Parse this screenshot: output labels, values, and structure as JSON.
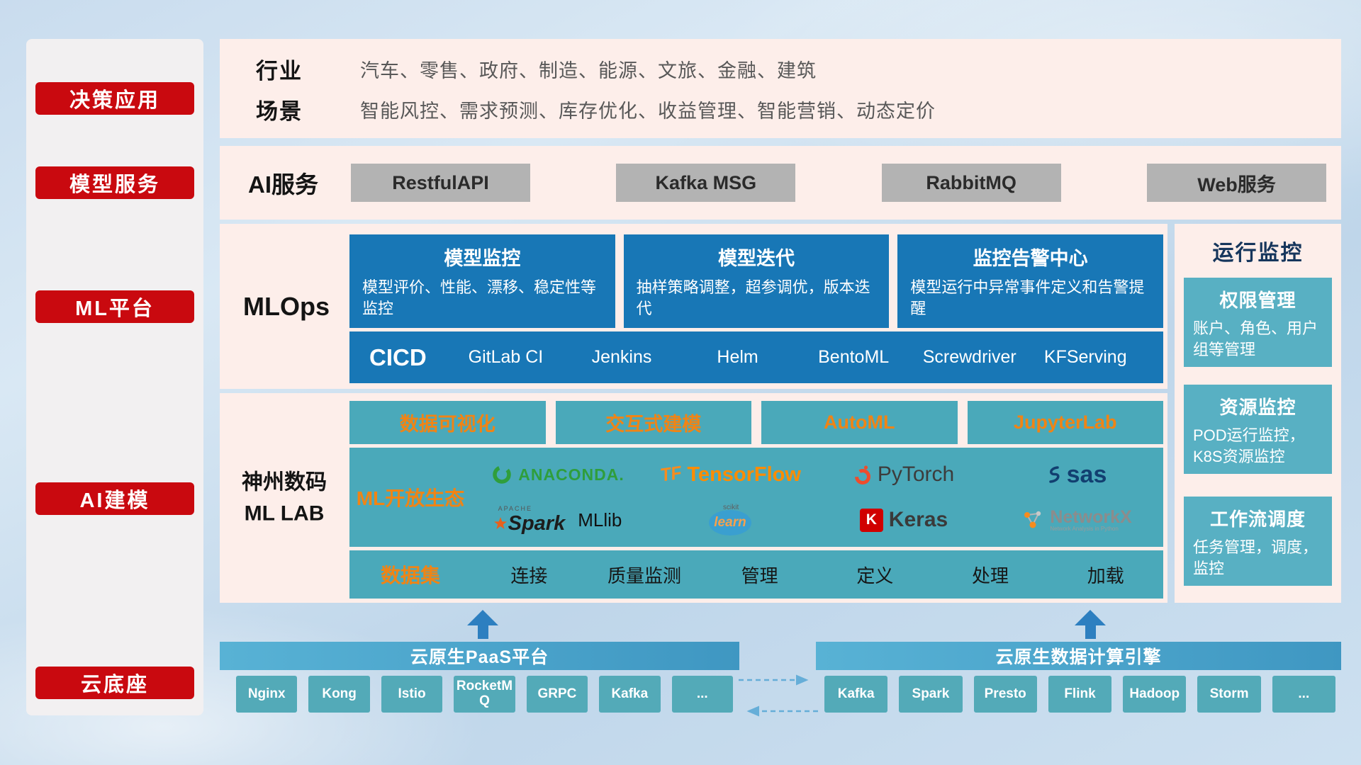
{
  "sidebar": {
    "items": [
      {
        "label": "决策应用"
      },
      {
        "label": "模型服务"
      },
      {
        "label": "ML平台"
      },
      {
        "label": "AI建模"
      },
      {
        "label": "云底座"
      }
    ]
  },
  "apps": {
    "industry_label": "行业",
    "industry_text": "汽车、零售、政府、制造、能源、文旅、金融、建筑",
    "scene_label": "场景",
    "scene_text": "智能风控、需求预测、库存优化、收益管理、智能营销、动态定价"
  },
  "ai_service": {
    "label": "AI服务",
    "buttons": [
      {
        "label": "RestfulAPI"
      },
      {
        "label": "Kafka MSG"
      },
      {
        "label": "RabbitMQ"
      },
      {
        "label": "Web服务"
      }
    ]
  },
  "mlops": {
    "label": "MLOps",
    "cards": [
      {
        "title": "模型监控",
        "desc": "模型评价、性能、漂移、稳定性等监控"
      },
      {
        "title": "模型迭代",
        "desc": "抽样策略调整，超参调优，版本迭代"
      },
      {
        "title": "监控告警中心",
        "desc": "模型运行中异常事件定义和告警提醒"
      }
    ],
    "cicd_label": "CICD",
    "cicd_items": [
      {
        "label": "GitLab CI"
      },
      {
        "label": "Jenkins"
      },
      {
        "label": "Helm"
      },
      {
        "label": "BentoML"
      },
      {
        "label": "Screwdriver"
      },
      {
        "label": "KFServing"
      }
    ]
  },
  "mllab": {
    "label_line1": "神州数码",
    "label_line2": "ML LAB",
    "tools": [
      {
        "label": "数据可视化"
      },
      {
        "label": "交互式建模"
      },
      {
        "label": "AutoML"
      },
      {
        "label": "JupyterLab"
      }
    ],
    "ecosystem_label": "ML开放生态",
    "logos": {
      "anaconda": {
        "text": "ANACONDA."
      },
      "tensorflow": {
        "icon_text": "TF",
        "text": "TensorFlow"
      },
      "pytorch": {
        "text": "PyTorch"
      },
      "sas": {
        "text": "sas"
      },
      "spark": {
        "apache": "APACHE",
        "text": "Spark",
        "mllib": "MLlib"
      },
      "sklearn": {
        "top": "scikit",
        "text": "learn"
      },
      "keras": {
        "icon_text": "K",
        "text": "Keras"
      },
      "networkx": {
        "text": "NetworkX",
        "subtitle": "Network Analysis in Python"
      }
    },
    "dataset_label": "数据集",
    "dataset_items": [
      {
        "label": "连接"
      },
      {
        "label": "质量监测"
      },
      {
        "label": "管理"
      },
      {
        "label": "定义"
      },
      {
        "label": "处理"
      },
      {
        "label": "加载"
      }
    ]
  },
  "monitoring": {
    "title": "运行监控",
    "cards": [
      {
        "title": "权限管理",
        "desc": "账户、角色、用户组等管理"
      },
      {
        "title": "资源监控",
        "desc": "POD运行监控，K8S资源监控"
      },
      {
        "title": "工作流调度",
        "desc": "任务管理，调度，监控"
      }
    ]
  },
  "cloud": {
    "paas_title": "云原生PaaS平台",
    "paas_items": [
      {
        "label": "Nginx"
      },
      {
        "label": "Kong"
      },
      {
        "label": "Istio"
      },
      {
        "label": "RocketMQ"
      },
      {
        "label": "GRPC"
      },
      {
        "label": "Kafka"
      },
      {
        "label": "..."
      }
    ],
    "engine_title": "云原生数据计算引擎",
    "engine_items": [
      {
        "label": "Kafka"
      },
      {
        "label": "Spark"
      },
      {
        "label": "Presto"
      },
      {
        "label": "Flink"
      },
      {
        "label": "Hadoop"
      },
      {
        "label": "Storm"
      },
      {
        "label": "..."
      }
    ]
  },
  "colors": {
    "accent_red": "#c9090f",
    "panel_pink": "#fdeeea",
    "deep_blue": "#1877b6",
    "teal": "#4aa9ba",
    "teal_light": "#58b0c3",
    "orange": "#f08415",
    "header_blue": "#45a3c9"
  }
}
